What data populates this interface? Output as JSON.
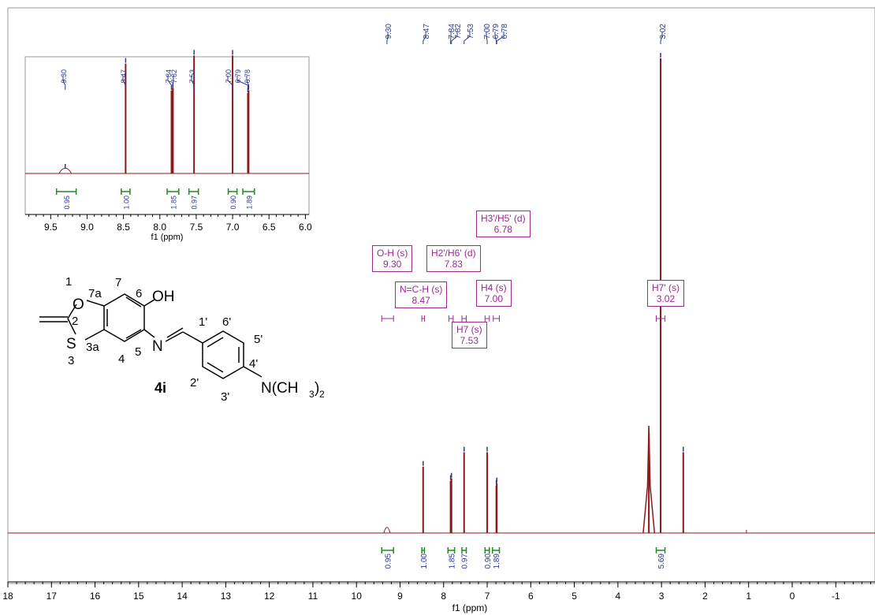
{
  "chart_data": [
    {
      "type": "line",
      "xlabel": "f1 (ppm)",
      "xlim": [
        18,
        -1.9
      ],
      "x_ticks": [
        "18",
        "17",
        "16",
        "15",
        "14",
        "13",
        "12",
        "11",
        "10",
        "9",
        "8",
        "7",
        "6",
        "5",
        "4",
        "3",
        "2",
        "1",
        "0",
        "-1"
      ],
      "peak_labels": [
        "9.30",
        "8.47",
        "7.84",
        "7.82",
        "7.53",
        "7.00",
        "6.79",
        "6.78",
        "3.02"
      ],
      "peaks": [
        {
          "x": 9.3,
          "h": 0.012
        },
        {
          "x": 8.47,
          "h": 0.14
        },
        {
          "x": 7.84,
          "h": 0.11
        },
        {
          "x": 7.82,
          "h": 0.115
        },
        {
          "x": 7.53,
          "h": 0.17
        },
        {
          "x": 7.0,
          "h": 0.17
        },
        {
          "x": 6.79,
          "h": 0.1
        },
        {
          "x": 6.78,
          "h": 0.105
        },
        {
          "x": 3.29,
          "h": 0.21
        },
        {
          "x": 3.02,
          "h": 1.0
        },
        {
          "x": 2.5,
          "h": 0.17
        }
      ],
      "integrals": [
        {
          "from": 9.42,
          "to": 9.15,
          "value": "0.95"
        },
        {
          "from": 8.5,
          "to": 8.44,
          "value": "1.00"
        },
        {
          "from": 7.9,
          "to": 7.75,
          "value": "1.85"
        },
        {
          "from": 7.58,
          "to": 7.48,
          "value": "0.97"
        },
        {
          "from": 7.05,
          "to": 6.95,
          "value": "0.90"
        },
        {
          "from": 6.88,
          "to": 6.72,
          "value": "1.89"
        },
        {
          "from": 3.12,
          "to": 2.92,
          "value": "5.69"
        }
      ],
      "annotations": [
        {
          "line1": "O-H (s)",
          "line2": "9.30"
        },
        {
          "line1": "N=C-H (s)",
          "line2": "8.47"
        },
        {
          "line1": "H2'/H6' (d)",
          "line2": "7.83"
        },
        {
          "line1": "H3'/H5' (d)",
          "line2": "6.78"
        },
        {
          "line1": "H4 (s)",
          "line2": "7.00"
        },
        {
          "line1": "H7 (s)",
          "line2": "7.53"
        },
        {
          "line1": "H7' (s)",
          "line2": "3.02"
        }
      ]
    },
    {
      "type": "line",
      "xlabel": "f1 (ppm)",
      "xlim": [
        9.85,
        5.95
      ],
      "x_ticks": [
        "9.5",
        "9.0",
        "8.5",
        "8.0",
        "7.5",
        "7.0",
        "6.5",
        "6.0"
      ],
      "peak_labels": [
        "9.30",
        "8.47",
        "7.84",
        "7.82",
        "7.53",
        "7.00",
        "6.79",
        "6.78"
      ],
      "peaks": [
        {
          "x": 9.3,
          "h": 0.04
        },
        {
          "x": 8.47,
          "h": 0.82
        },
        {
          "x": 7.84,
          "h": 0.62
        },
        {
          "x": 7.82,
          "h": 0.64
        },
        {
          "x": 7.53,
          "h": 0.88
        },
        {
          "x": 7.0,
          "h": 0.88
        },
        {
          "x": 6.79,
          "h": 0.6
        },
        {
          "x": 6.78,
          "h": 0.62
        }
      ],
      "integrals": [
        {
          "from": 9.42,
          "to": 9.15,
          "value": "0.95"
        },
        {
          "from": 8.53,
          "to": 8.41,
          "value": "1.00"
        },
        {
          "from": 7.9,
          "to": 7.74,
          "value": "1.85"
        },
        {
          "from": 7.6,
          "to": 7.47,
          "value": "0.97"
        },
        {
          "from": 7.06,
          "to": 6.94,
          "value": "0.90"
        },
        {
          "from": 6.86,
          "to": 6.7,
          "value": "1.89"
        }
      ]
    }
  ],
  "molecule": {
    "compound": "4i",
    "labels": [
      "1",
      "7a",
      "7",
      "6",
      "OH",
      "2",
      "O",
      "S",
      "3a",
      "3",
      "4",
      "5",
      "N",
      "1'",
      "6'",
      "5'",
      "4'",
      "2'",
      "3'",
      "N(CH"
    ],
    "sub3": "3",
    "sub_close": ")",
    "sub2": "2"
  },
  "colors": {
    "spectrum": "#8b1a1a",
    "peak_label": "#2a3a8f",
    "integral": "#1f8a1f",
    "annotation": "#9b2a8c",
    "axis": "#000000",
    "frame": "#9a9a9a"
  }
}
